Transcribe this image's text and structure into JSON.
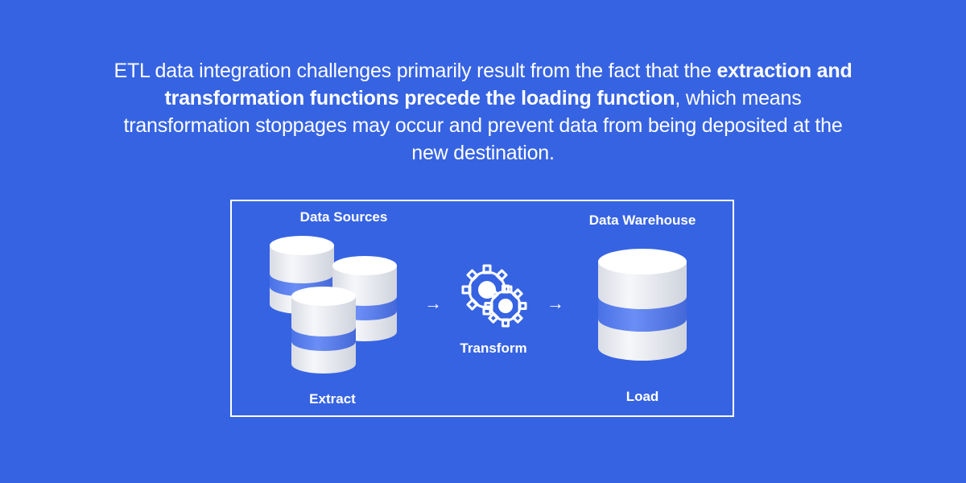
{
  "headline": {
    "part1": "ETL data integration challenges primarily result from the fact that the",
    "bold": "extraction and transformation functions precede the loading function",
    "part2": ", which means transformation stoppages may occur and prevent data from being deposited at the new destination."
  },
  "diagram": {
    "data_sources_label": "Data Sources",
    "extract_label": "Extract",
    "transform_label": "Transform",
    "data_warehouse_label": "Data Warehouse",
    "load_label": "Load",
    "arrow_glyph": "→"
  },
  "colors": {
    "background": "#3663e2",
    "cylinder_body": "#eceef3",
    "cylinder_top": "#ffffff",
    "cylinder_band": "#5b82f0"
  }
}
